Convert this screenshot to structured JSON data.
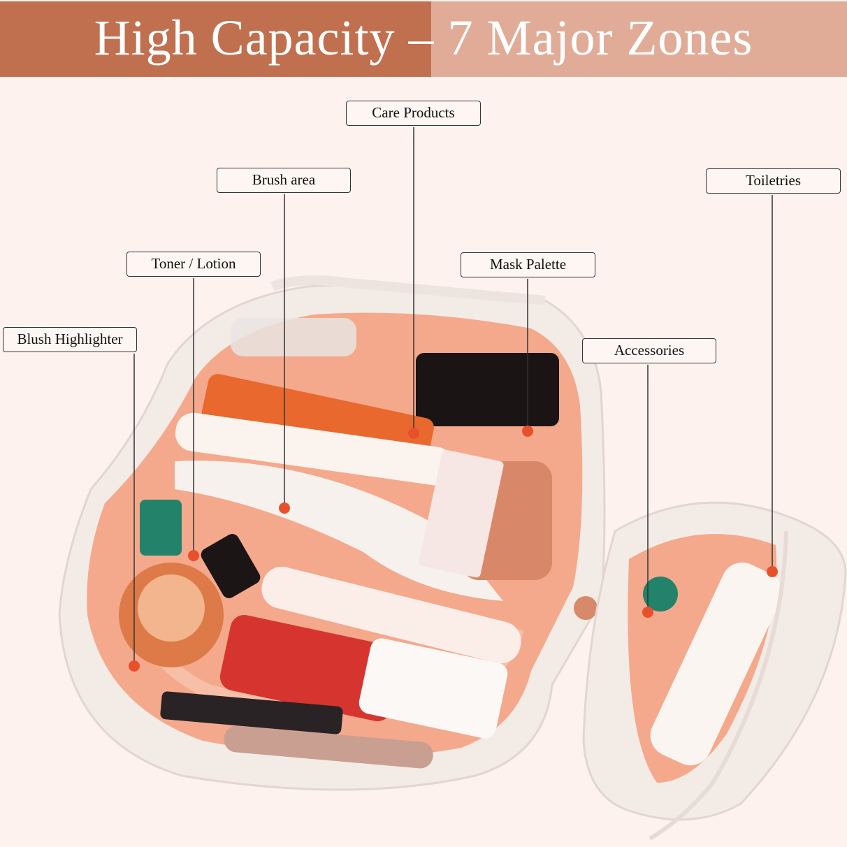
{
  "header": {
    "title": "High Capacity – 7 Major Zones",
    "left_color": "#c0704f",
    "right_color": "#e0ac98"
  },
  "labels": {
    "care_products": "Care Products",
    "brush_area": "Brush area",
    "toiletries": "Toiletries",
    "toner_lotion": "Toner / Lotion",
    "mask_palette": "Mask Palette",
    "blush_highlighter": "Blush Highlighter",
    "accessories": "Accessories"
  },
  "colors": {
    "marker": "#e8502c",
    "bag_outer": "#f3ebe6",
    "bag_lining": "#f4a98c"
  }
}
